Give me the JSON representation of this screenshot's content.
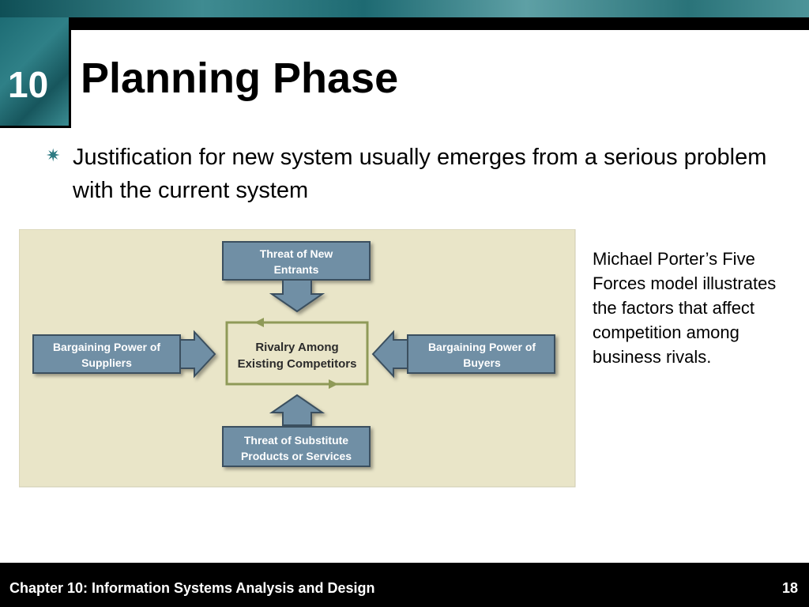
{
  "slide": {
    "chapter_number": "10",
    "title": "Planning Phase",
    "bullet_icon": "asterisk-bullet-icon",
    "bullet_text": "Justification for new system usually emerges from a serious problem with the current system"
  },
  "diagram": {
    "top": [
      "Threat of New",
      "Entrants"
    ],
    "left": [
      "Bargaining Power of",
      "Suppliers"
    ],
    "center": [
      "Rivalry Among",
      "Existing Competitors"
    ],
    "right": [
      "Bargaining Power of",
      "Buyers"
    ],
    "bottom": [
      "Threat of Substitute",
      "Products or Services"
    ],
    "colors": {
      "background": "#e9e5c8",
      "box": "#6f8fa5",
      "box_border": "#3a4f5e",
      "arrow": "#6f8fa5",
      "rivalry_border": "#8f9a58",
      "text": "#ffffff",
      "center_text": "#2b2b2b"
    }
  },
  "caption": "Michael Porter’s Five Forces model illustrates the factors that affect competition among business rivals.",
  "footer": {
    "title": "Chapter 10: Information Systems Analysis and Design",
    "page": "18"
  }
}
